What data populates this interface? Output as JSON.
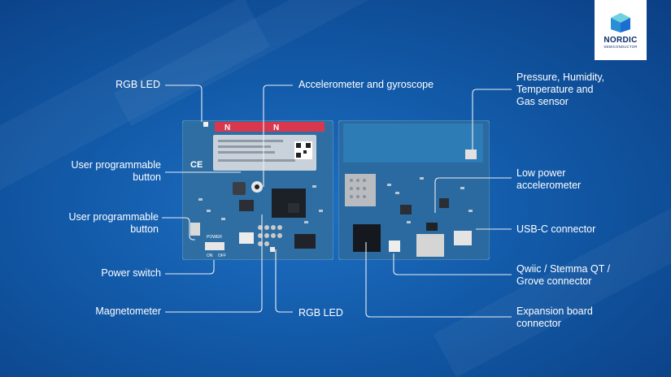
{
  "brand": {
    "name": "NORDIC",
    "subtitle": "SEMICONDUCTOR",
    "colors": {
      "navy": "#0a2a6b",
      "teal": "#3fb7c9",
      "blue": "#1b6fd0"
    }
  },
  "background": {
    "colors": [
      "#1f6fc4",
      "#125aa8",
      "#0b3f84"
    ]
  },
  "callouts": {
    "rgb_led_top": "RGB LED",
    "accelerometer_gyro": "Accelerometer and gyroscope",
    "user_button_1": [
      "User programmable",
      "button"
    ],
    "user_button_2": [
      "User programmable",
      "button"
    ],
    "power_switch": "Power switch",
    "magnetometer": "Magnetometer",
    "rgb_led_bottom": "RGB LED",
    "env_sensor": [
      "Pressure, Humidity,",
      "Temperature and",
      "Gas sensor"
    ],
    "low_power_accel": [
      "Low power",
      "accelerometer"
    ],
    "usb_c": "USB-C connector",
    "qwiic": [
      "Qwiic / Stemma QT /",
      "Grove connector"
    ],
    "expansion": [
      "Expansion board",
      "connector"
    ]
  },
  "board_markings": {
    "ce_mark": "CE",
    "power_label": "POWER",
    "on_label": "ON",
    "off_label": "OFF",
    "nordic_marks": [
      "N",
      "N"
    ]
  }
}
